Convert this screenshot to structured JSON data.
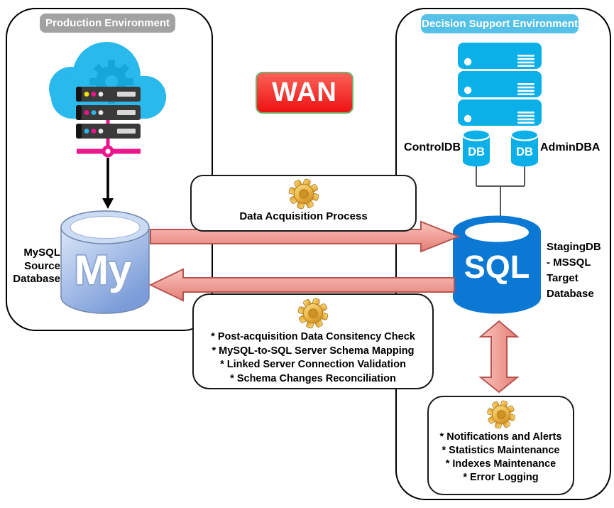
{
  "environments": {
    "production": {
      "label": "Production Environment"
    },
    "decision_support": {
      "label": "Decision Support Environment"
    }
  },
  "network": {
    "wan_label": "WAN"
  },
  "nodes": {
    "mysql": {
      "icon_text": "My",
      "label_lines": [
        "MySQL",
        "Source",
        "Database"
      ]
    },
    "staging_sql": {
      "icon_text": "SQL",
      "label_lines": [
        "StagingDB",
        "- MSSQL",
        "Target",
        "Database"
      ]
    },
    "control_db": {
      "icon_text": "DB",
      "label": "ControlDB"
    },
    "admin_db": {
      "icon_text": "DB",
      "label": "AdminDBA"
    }
  },
  "processes": {
    "acquisition": {
      "title": "Data Acquisition Process"
    },
    "post_acquisition": {
      "items": [
        "* Post-acquisition Data Consitency Check",
        "* MySQL-to-SQL Server Schema Mapping",
        "* Linked Server Connection Validation",
        "* Schema Changes Reconciliation"
      ]
    },
    "maintenance": {
      "items": [
        "* Notifications and Alerts",
        "* Statistics Maintenance",
        "* Indexes Maintenance",
        "* Error Logging"
      ]
    }
  },
  "icons": {
    "cloud_servers": "cloud-with-server-rack",
    "server_stack": "server-rack-stack",
    "gear": "process-gear",
    "down_arrow": "black-down-arrow",
    "flow_arrows": "data-flow-arrows"
  },
  "colors": {
    "cloud_blue": "#29b9ec",
    "cyan": "#0cb0e8",
    "magenta": "#ec168c",
    "sql_blue": "#0b79d3",
    "mysql_blue": "#7b9cd9",
    "arrow_fill": "#f0a098",
    "arrow_stroke": "#b85450",
    "wan_red": "#ed1212",
    "wan_border": "#6fb36f",
    "production_label_bg": "#a2a2a2",
    "decision_label_bg": "#55c1e9",
    "gear_gold": "#ecb648",
    "server_dark": "#3a3a3a"
  }
}
